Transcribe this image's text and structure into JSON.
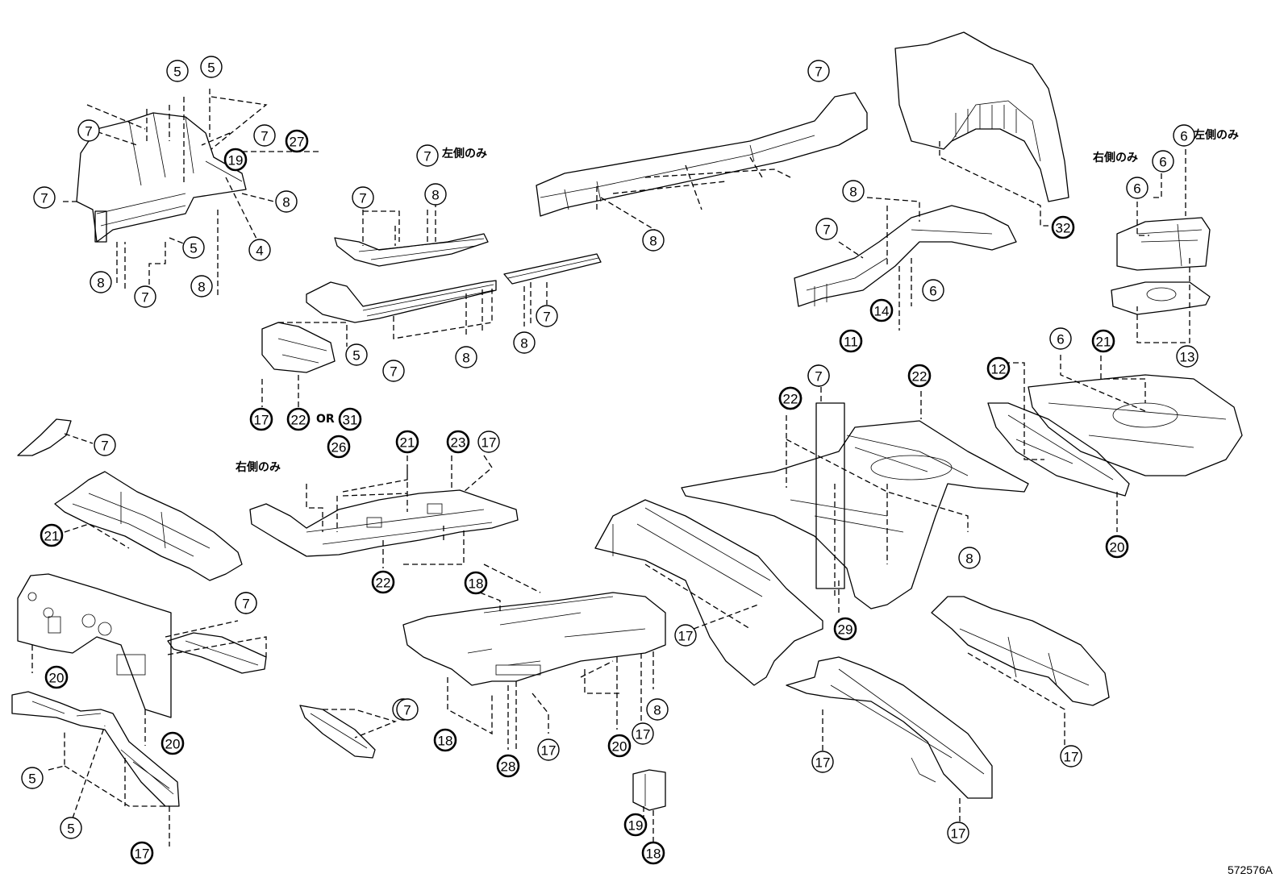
{
  "figure_code": "572576A",
  "notes": {
    "left_only": "左側のみ",
    "right_only": "右側のみ",
    "or": "OR"
  },
  "callouts": [
    "5",
    "5",
    "7",
    "7",
    "27",
    "19",
    "7",
    "8",
    "5",
    "4",
    "8",
    "7",
    "8",
    "7",
    "7",
    "8",
    "7",
    "8",
    "7",
    "8",
    "8",
    "7",
    "5",
    "17",
    "22",
    "31",
    "7",
    "7",
    "32",
    "8",
    "7",
    "6",
    "14",
    "11",
    "6",
    "6",
    "6",
    "13",
    "7",
    "21",
    "22",
    "26",
    "21",
    "23",
    "17",
    "22",
    "7",
    "22",
    "22",
    "29",
    "8",
    "12",
    "6",
    "21",
    "20",
    "7",
    "20",
    "7",
    "20",
    "5",
    "5",
    "17",
    "18",
    "18",
    "28",
    "17",
    "20",
    "17",
    "8",
    "17",
    "7",
    "19",
    "18",
    "17",
    "17",
    "17"
  ]
}
